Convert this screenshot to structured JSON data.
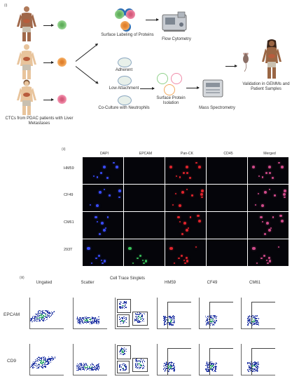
{
  "panel_i": {
    "tag": "(i)",
    "ctc_label": "CTCs from PDAC patients with Liver Metastases",
    "surface_labeling": "Surface Labeling of Proteins",
    "flow_cytometry": "Flow Cytometry",
    "adherent": "Adherent",
    "low_attachment": "Low Attachment",
    "coculture": "Co-Culture with Neutrophils",
    "surface_isolation": "Surface Protein Isolation",
    "mass_spec": "Mass Spectrometry",
    "validation": "Validation in GEMMs and Patient Samples"
  },
  "panel_ii": {
    "tag": "(ii)",
    "columns": [
      "DAPI",
      "EPCAM",
      "Pan-CK",
      "CD45",
      "Merged"
    ],
    "rows": [
      "HM59",
      "CF49",
      "CM61",
      "293T"
    ]
  },
  "panel_iii": {
    "tag": "(iii)",
    "columns": [
      "Ungated",
      "Scatter",
      "Cell Trace Singlets",
      "HM59",
      "CF49",
      "CM61"
    ],
    "rows": [
      "EPCAM",
      "CD9"
    ]
  },
  "colors": {
    "dapi": "#3a4cff",
    "epcam": "#39c25a",
    "panck": "#e0242c",
    "merged": "#d04a8a",
    "cell_green": "#8fd08a",
    "cell_orange": "#f3a85c",
    "cell_pink": "#f08aa8"
  }
}
